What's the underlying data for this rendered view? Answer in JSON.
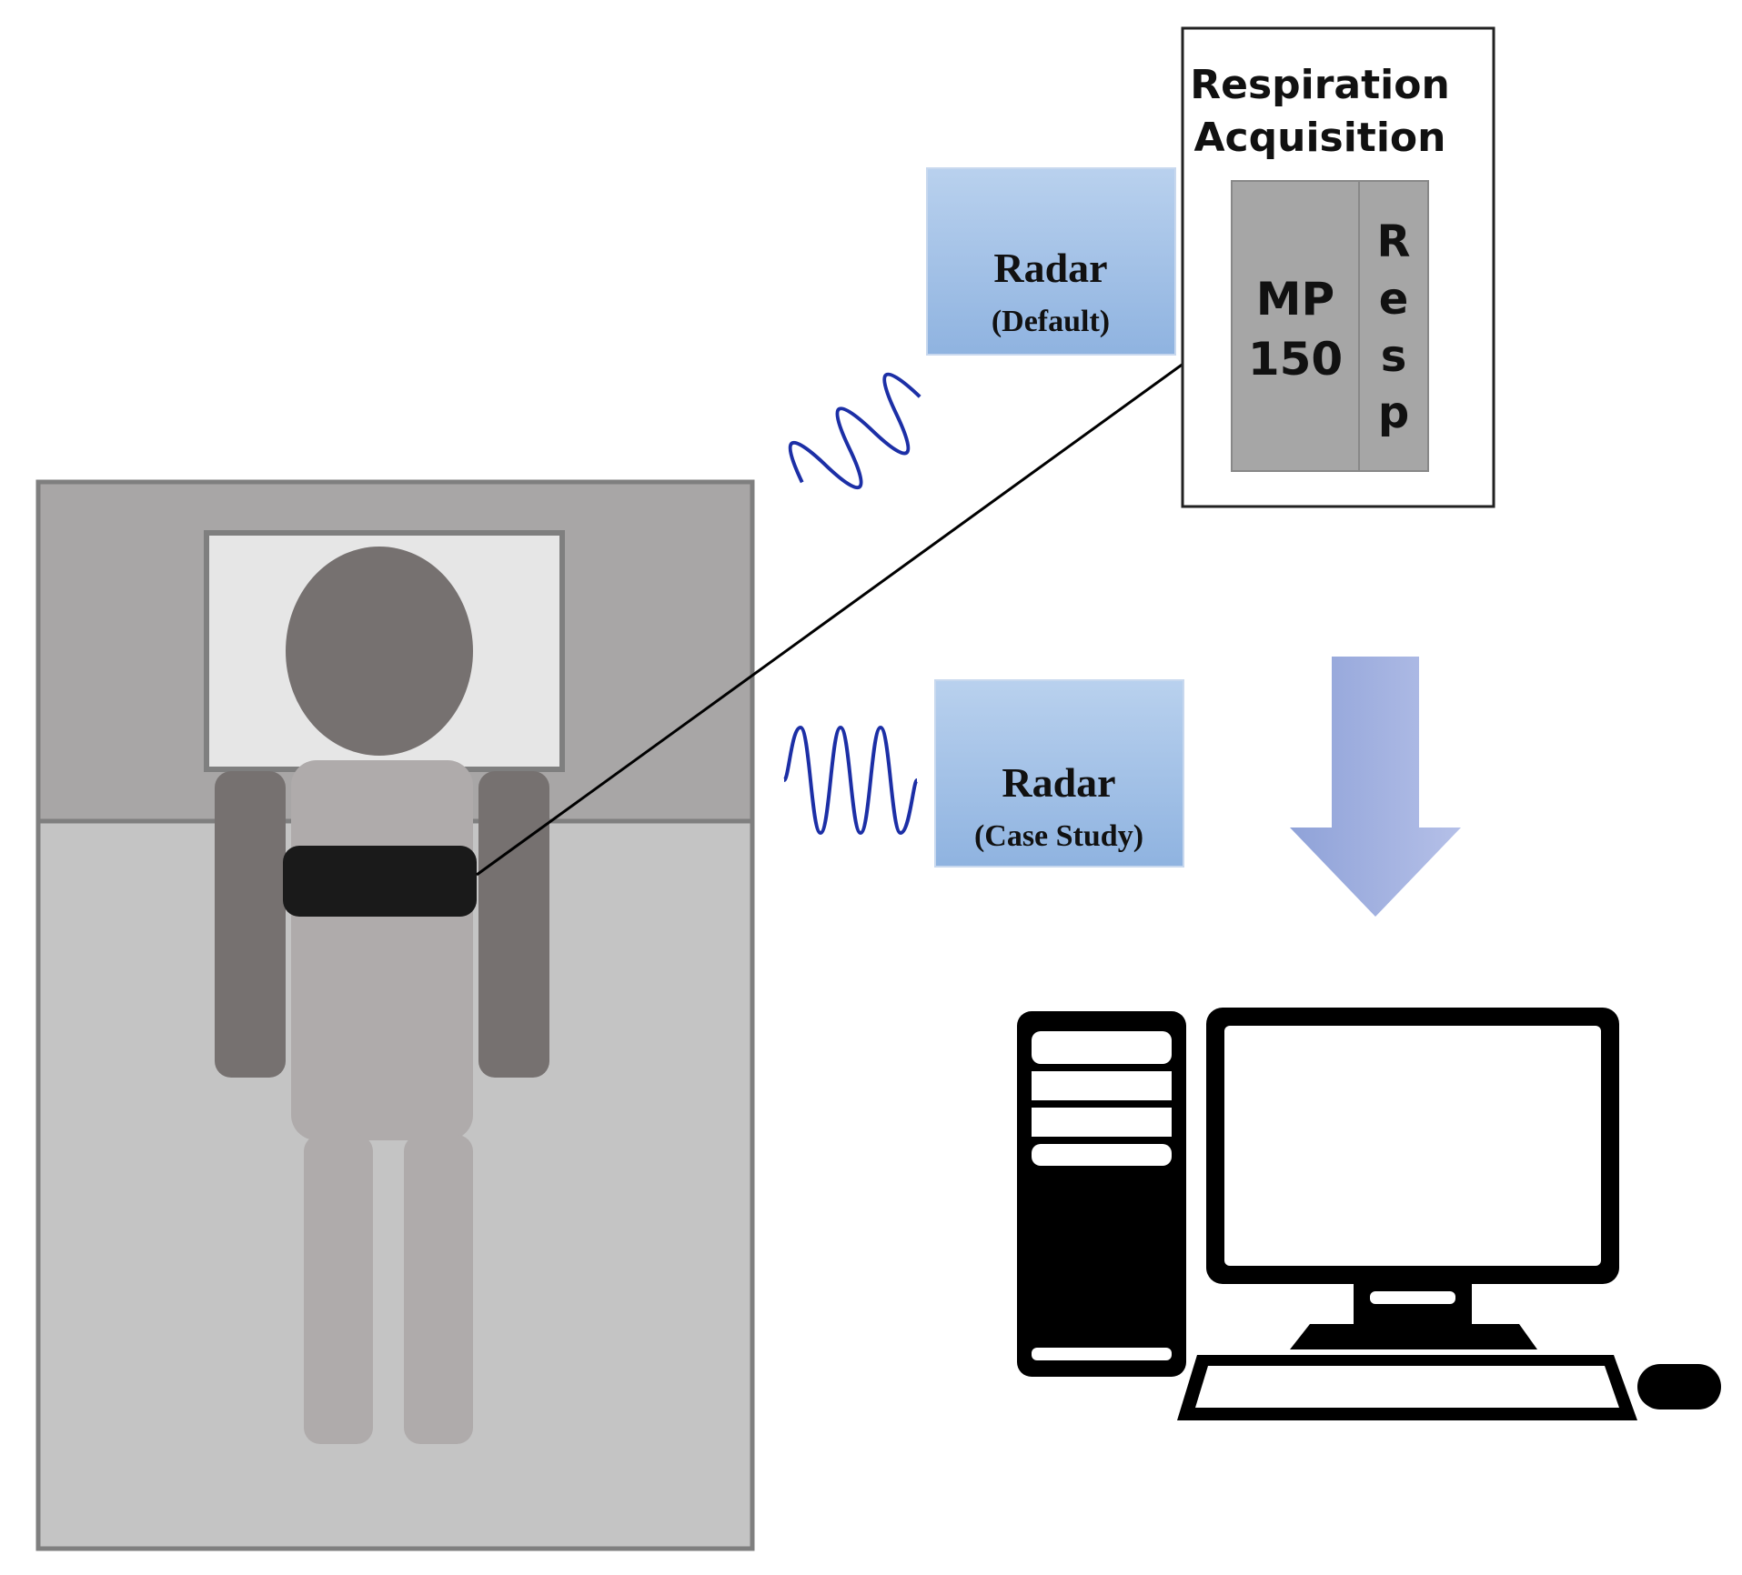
{
  "acquisition": {
    "title_line1": "Respiration",
    "title_line2": "Acquisition",
    "device_line1": "MP",
    "device_line2": "150",
    "resp_letters": [
      "R",
      "e",
      "s",
      "p"
    ]
  },
  "radar_default": {
    "label": "Radar",
    "sublabel": "(Default)"
  },
  "radar_case": {
    "label": "Radar",
    "sublabel": "(Case Study)"
  },
  "colors": {
    "bed_top": "#a8a6a6",
    "bed_bottom": "#c4c4c4",
    "bed_border": "#7f7f7f",
    "pillow": "#e6e6e6",
    "head": "#767170",
    "torso": "#afabab",
    "arms": "#767170",
    "belt": "#1a1a1a",
    "wave": "#1c2fa6",
    "radar_box_top": "#b9d1ee",
    "radar_box_bottom": "#8fb3e0",
    "device_gray": "#a6a6a6",
    "down_arrow_left": "#8fa2d8",
    "down_arrow_right": "#b5c0e8"
  },
  "icons": [
    "wave-icon",
    "computer-icon",
    "down-arrow-icon",
    "connector-arrow-icon"
  ]
}
